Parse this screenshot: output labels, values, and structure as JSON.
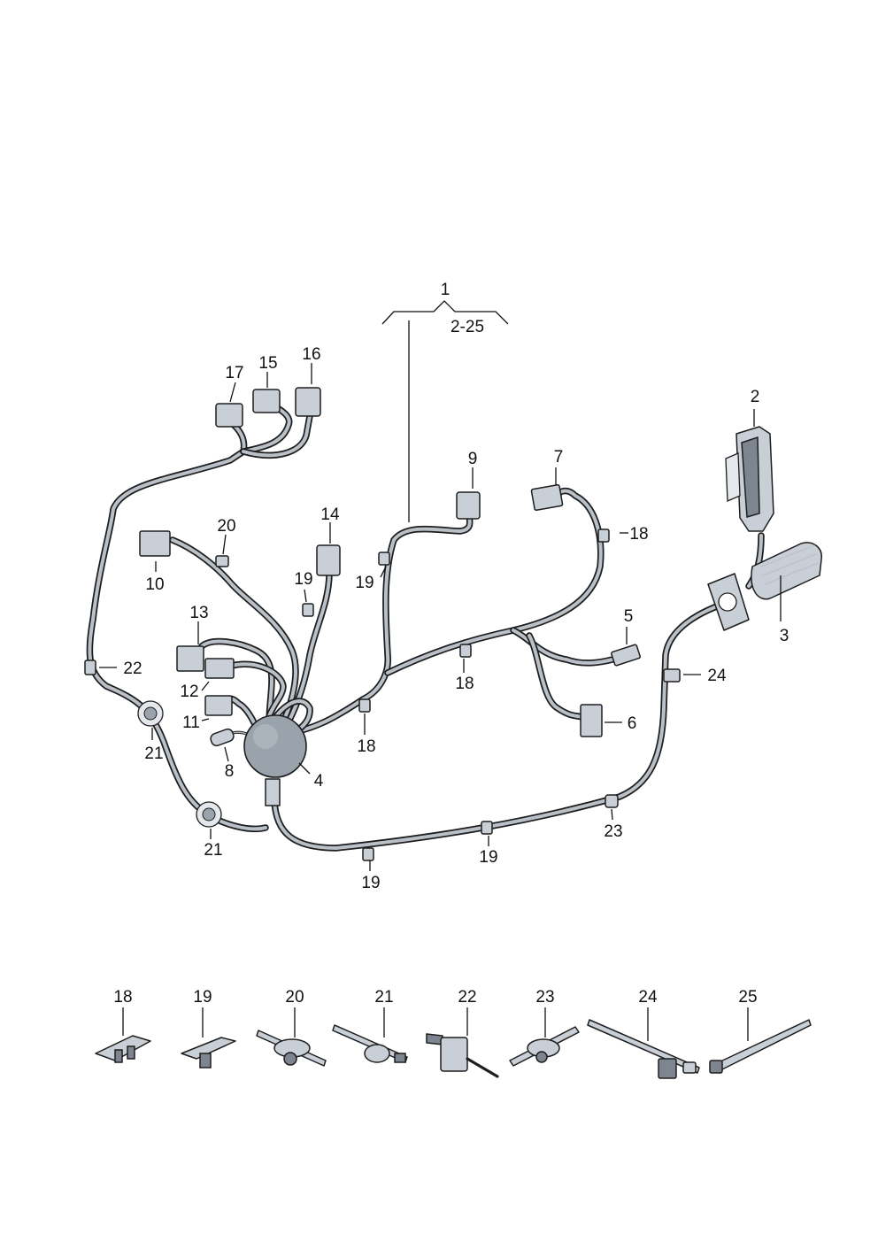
{
  "diagram": {
    "group_label": "1",
    "group_range": "2-25",
    "callouts": [
      {
        "id": "c2",
        "text": "2"
      },
      {
        "id": "c3",
        "text": "3"
      },
      {
        "id": "c4",
        "text": "4"
      },
      {
        "id": "c5",
        "text": "5"
      },
      {
        "id": "c6",
        "text": "6"
      },
      {
        "id": "c7",
        "text": "7"
      },
      {
        "id": "c8",
        "text": "8"
      },
      {
        "id": "c9",
        "text": "9"
      },
      {
        "id": "c10",
        "text": "10"
      },
      {
        "id": "c11",
        "text": "11"
      },
      {
        "id": "c12",
        "text": "12"
      },
      {
        "id": "c13",
        "text": "13"
      },
      {
        "id": "c14",
        "text": "14"
      },
      {
        "id": "c15",
        "text": "15"
      },
      {
        "id": "c16",
        "text": "16"
      },
      {
        "id": "c17",
        "text": "17"
      },
      {
        "id": "c18a",
        "text": "18"
      },
      {
        "id": "c18b",
        "text": "18"
      },
      {
        "id": "c18c",
        "text": "18"
      },
      {
        "id": "c19a",
        "text": "19"
      },
      {
        "id": "c19b",
        "text": "19"
      },
      {
        "id": "c19c",
        "text": "19"
      },
      {
        "id": "c19d",
        "text": "19"
      },
      {
        "id": "c20",
        "text": "20"
      },
      {
        "id": "c21a",
        "text": "21"
      },
      {
        "id": "c21b",
        "text": "21"
      },
      {
        "id": "c22",
        "text": "22"
      },
      {
        "id": "c23",
        "text": "23"
      },
      {
        "id": "c24",
        "text": "24"
      }
    ],
    "detail_parts": [
      {
        "id": "d18",
        "text": "18"
      },
      {
        "id": "d19",
        "text": "19"
      },
      {
        "id": "d20",
        "text": "20"
      },
      {
        "id": "d21",
        "text": "21"
      },
      {
        "id": "d22",
        "text": "22"
      },
      {
        "id": "d23",
        "text": "23"
      },
      {
        "id": "d24",
        "text": "24"
      },
      {
        "id": "d25",
        "text": "25"
      }
    ]
  }
}
